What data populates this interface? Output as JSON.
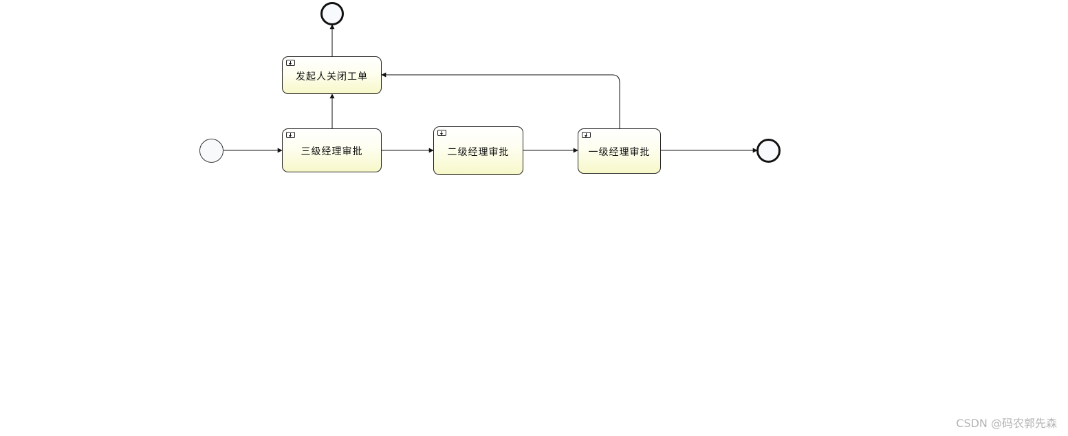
{
  "diagram": {
    "tasks": {
      "close_ticket": {
        "label": "发起人关闭工单",
        "icon": "user-task-icon"
      },
      "level3": {
        "label": "三级经理审批",
        "icon": "user-task-icon"
      },
      "level2": {
        "label": "二级经理审批",
        "icon": "user-task-icon"
      },
      "level1": {
        "label": "一级经理审批",
        "icon": "user-task-icon"
      }
    },
    "events": {
      "start": "start-event",
      "end_top": "end-event",
      "end_right": "end-event"
    },
    "colors": {
      "task_border": "#1f1f1f",
      "task_fill_top": "#ffffff",
      "task_fill_bottom": "#f7f8c9",
      "line": "#111111"
    }
  },
  "watermark": "CSDN @码农郭先森"
}
